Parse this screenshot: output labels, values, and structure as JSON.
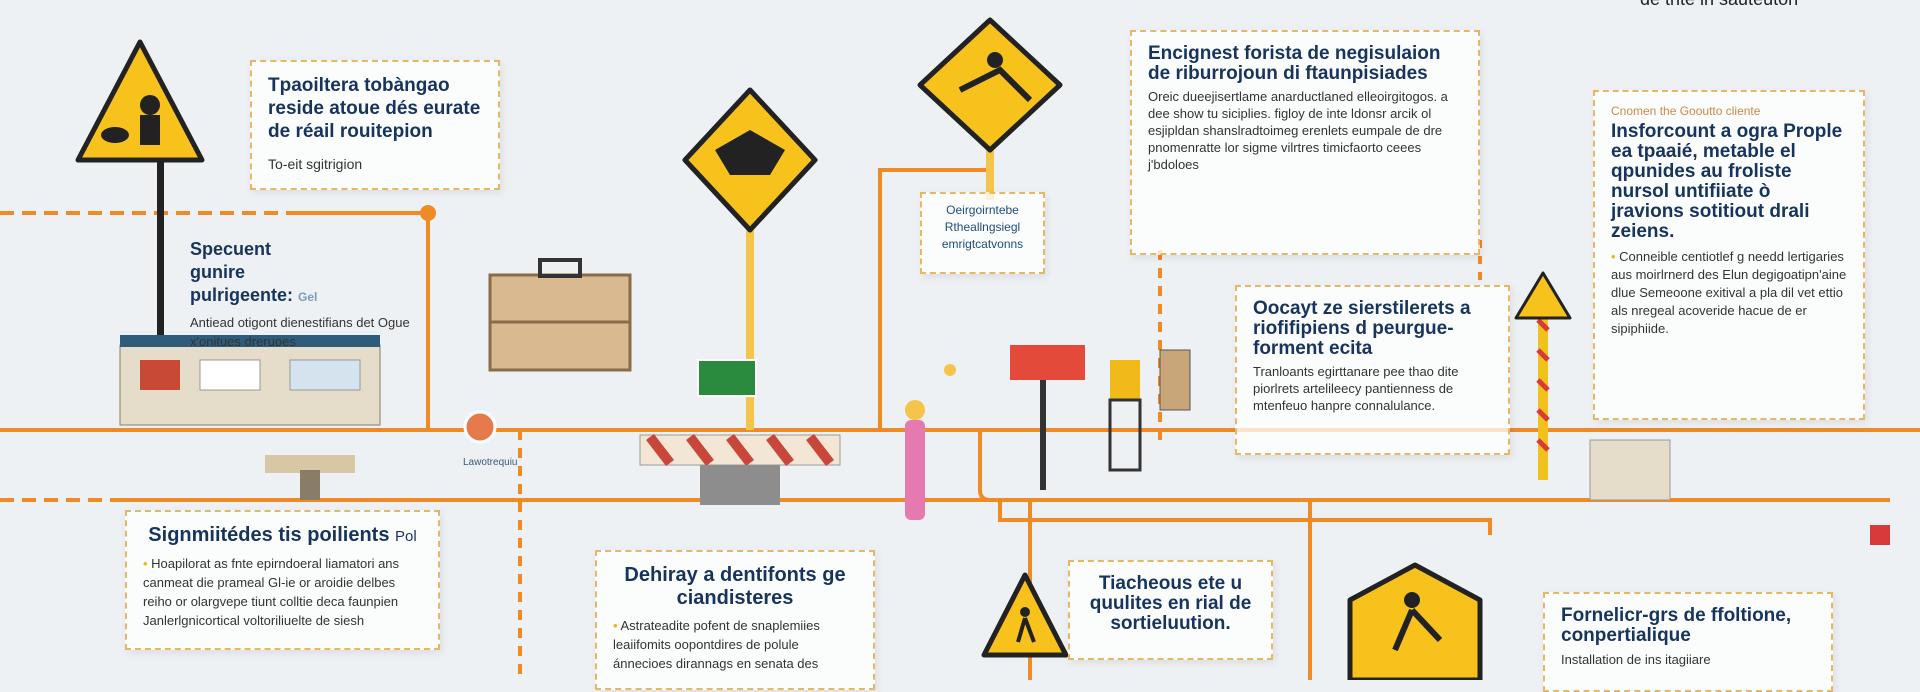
{
  "corner_text": "de trite in sauteuton",
  "box1": {
    "title": "Tpaoiltera tobàngao reside atoue dés eurate de réail rouitepion",
    "sub": "To-eit sgitrigion"
  },
  "box2": {
    "title": "Specuent gunire pulrigeente:",
    "tag": "Gel",
    "text": "Antiead otigont dienestifians det Ogue x'onitues dreruoes"
  },
  "box3": {
    "title": "Signmiitédes tis poilients",
    "tag": "Pol",
    "text": "Hoapilorat as fnte epirndoeral liamatori ans canmeat die prameal Gl-ie or aroidie delbes reiho or olargvepe tiunt colltie deca faunpien Janlerlgnicortical voltoriliuelte de siesh"
  },
  "box4": {
    "title": "Dehiray a dentifonts ge ciandisteres",
    "text": "Astrateadite pofent de snaplemiies leaiifomits oopontdires de polule ánnecioes dirannags en senata des"
  },
  "box5": {
    "text": "Oeirgoirntebe Rtheallngsiegl emrigtcatvonns"
  },
  "box6": {
    "title": "Encignest forista de negisulaion de riburrojoun di ftaunpisiades",
    "text": "Oreic dueejisertlame anarductlaned elleoirgitogos. a dee show tu siciplies. figloy de inte ldonsr arcik ol esjipldan shanslradtoimeg erenlets eumpale de dre pnomenratte lor sigme vilrtres timicfaorto ceees j'bdoloes"
  },
  "box7": {
    "title": "Oocayt ze sierstilerets a riofifipiens d peurgue-forment ecita",
    "text": "Tranloants egirttanare pee thao dite piorlrets artelileecy pantienness de mtenfeuo hanpre connalulance."
  },
  "box8": {
    "title": "Tiacheous ete u quulites en rial de sortieluution."
  },
  "box9": {
    "kicker": "Cnomen the Gooutto cliente",
    "title": "Insforcount a ogra Prople ea tpaaié, metable el qpunides au froliste nursol untifiiate ò jravions sotitiout drali zeiens.",
    "text": "Conneible centiotlef g needd lertigaries aus moirlrnerd des Elun degigoatipn'aine dlue Semeoone exitival a pla dil vet ettio als nregeal acoveride hacue de er sipiphiide."
  },
  "box10": {
    "title": "Fornelicr-grs de ffoltione, conpertialique",
    "text": "Installation de ins itagiiare"
  },
  "label_small": "Lawotrequiu",
  "colors": {
    "orange": "#f08a24",
    "yellow": "#f7c21c",
    "navy": "#17345c"
  }
}
